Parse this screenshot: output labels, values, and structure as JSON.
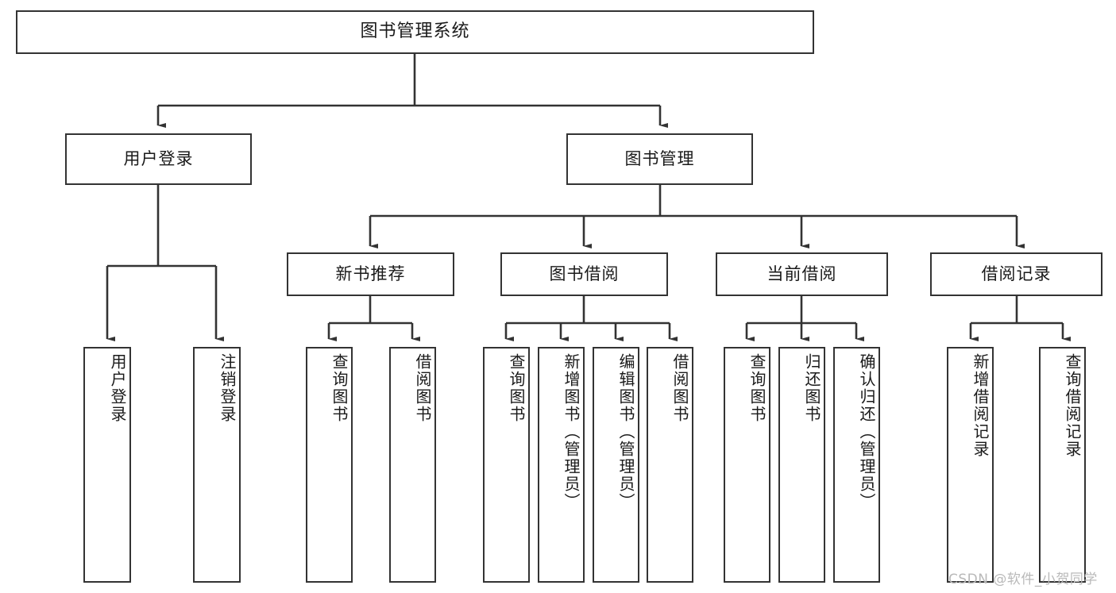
{
  "diagram": {
    "title": "图书管理系统",
    "type": "tree",
    "watermark": "CSDN @软件_小贺同学",
    "colors": {
      "box_border": "#333333",
      "box_fill": "#ffffff",
      "connector": "#333333",
      "text": "#1a1a1a",
      "watermark": "#b9b9b9"
    },
    "nodes": {
      "root": {
        "label": "图书管理系统"
      },
      "level1": [
        {
          "id": "user-login",
          "label": "用户登录"
        },
        {
          "id": "book-manage",
          "label": "图书管理"
        }
      ],
      "level2": [
        {
          "id": "new-book-recommend",
          "label": "新书推荐"
        },
        {
          "id": "book-borrow",
          "label": "图书借阅"
        },
        {
          "id": "current-borrow",
          "label": "当前借阅"
        },
        {
          "id": "borrow-record",
          "label": "借阅记录"
        }
      ],
      "leaves": {
        "user-login": [
          {
            "id": "leaf-user-login",
            "label": "用户登录"
          },
          {
            "id": "leaf-logout",
            "label": "注销登录"
          }
        ],
        "new-book-recommend": [
          {
            "id": "leaf-query-book-1",
            "label": "查询图书"
          },
          {
            "id": "leaf-borrow-book-1",
            "label": "借阅图书"
          }
        ],
        "book-borrow": [
          {
            "id": "leaf-query-book-2",
            "label": "查询图书"
          },
          {
            "id": "leaf-add-book",
            "label": "新增图书（管理员）"
          },
          {
            "id": "leaf-edit-book",
            "label": "编辑图书（管理员）"
          },
          {
            "id": "leaf-borrow-book-2",
            "label": "借阅图书"
          }
        ],
        "current-borrow": [
          {
            "id": "leaf-query-book-3",
            "label": "查询图书"
          },
          {
            "id": "leaf-return-book",
            "label": "归还图书"
          },
          {
            "id": "leaf-confirm-return",
            "label": "确认归还（管理员）"
          }
        ],
        "borrow-record": [
          {
            "id": "leaf-add-record",
            "label": "新增借阅记录"
          },
          {
            "id": "leaf-query-record",
            "label": "查询借阅记录"
          }
        ]
      }
    }
  }
}
